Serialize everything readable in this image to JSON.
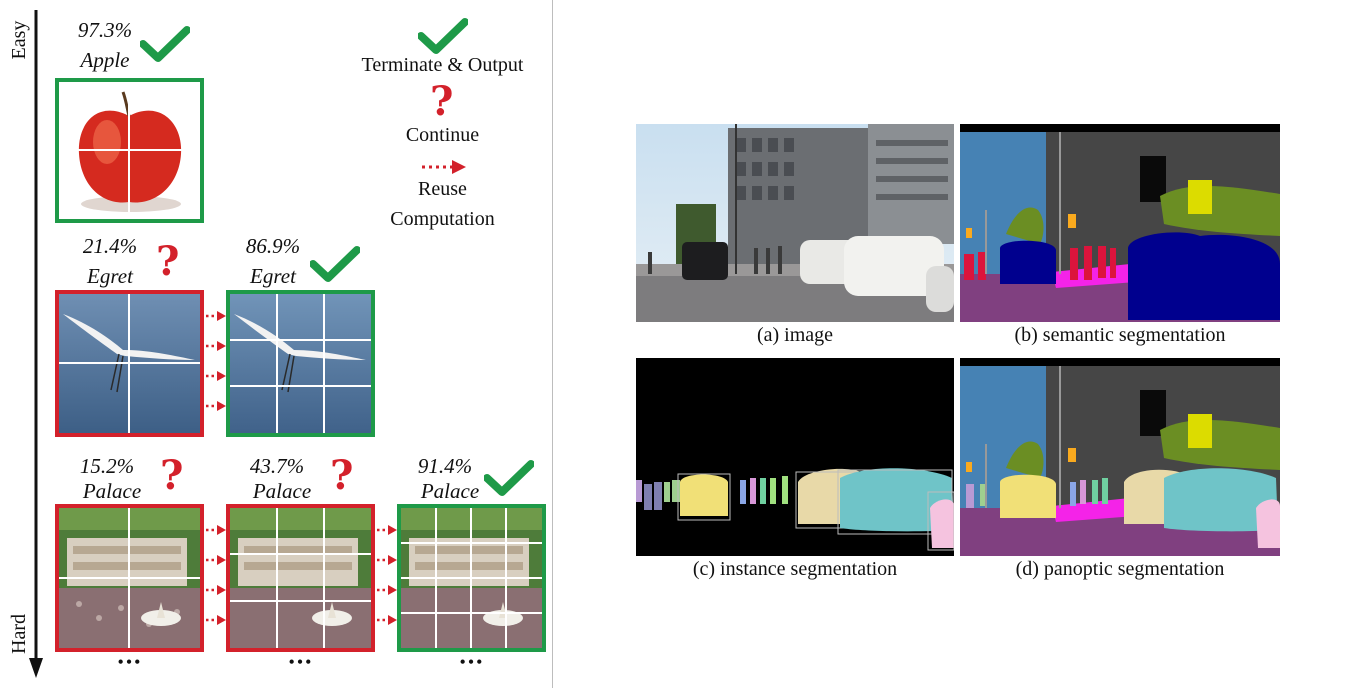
{
  "left_figure": {
    "axis": {
      "top_label": "Easy",
      "bottom_label": "Hard"
    },
    "legend": {
      "terminate_label": "Terminate & Output",
      "continue_label": "Continue",
      "reuse_label_line1": "Reuse",
      "reuse_label_line2": "Computation"
    },
    "rows": [
      {
        "stages": [
          {
            "confidence": "97.3%",
            "label": "Apple",
            "result": "terminate"
          }
        ]
      },
      {
        "stages": [
          {
            "confidence": "21.4%",
            "label": "Egret",
            "result": "continue"
          },
          {
            "confidence": "86.9%",
            "label": "Egret",
            "result": "terminate"
          }
        ]
      },
      {
        "stages": [
          {
            "confidence": "15.2%",
            "label": "Palace",
            "result": "continue"
          },
          {
            "confidence": "43.7%",
            "label": "Palace",
            "result": "continue"
          },
          {
            "confidence": "91.4%",
            "label": "Palace",
            "result": "terminate"
          }
        ]
      }
    ],
    "ellipsis": "•••",
    "colors": {
      "terminate": "#1e9a48",
      "continue": "#d3212b"
    },
    "icons": [
      "check-icon",
      "question-mark-icon",
      "dotted-arrow-icon",
      "down-arrow-icon"
    ]
  },
  "right_figure": {
    "captions": {
      "a": "(a) image",
      "b": "(b) semantic segmentation",
      "c": "(c) instance segmentation",
      "d": "(d) panoptic segmentation"
    }
  }
}
